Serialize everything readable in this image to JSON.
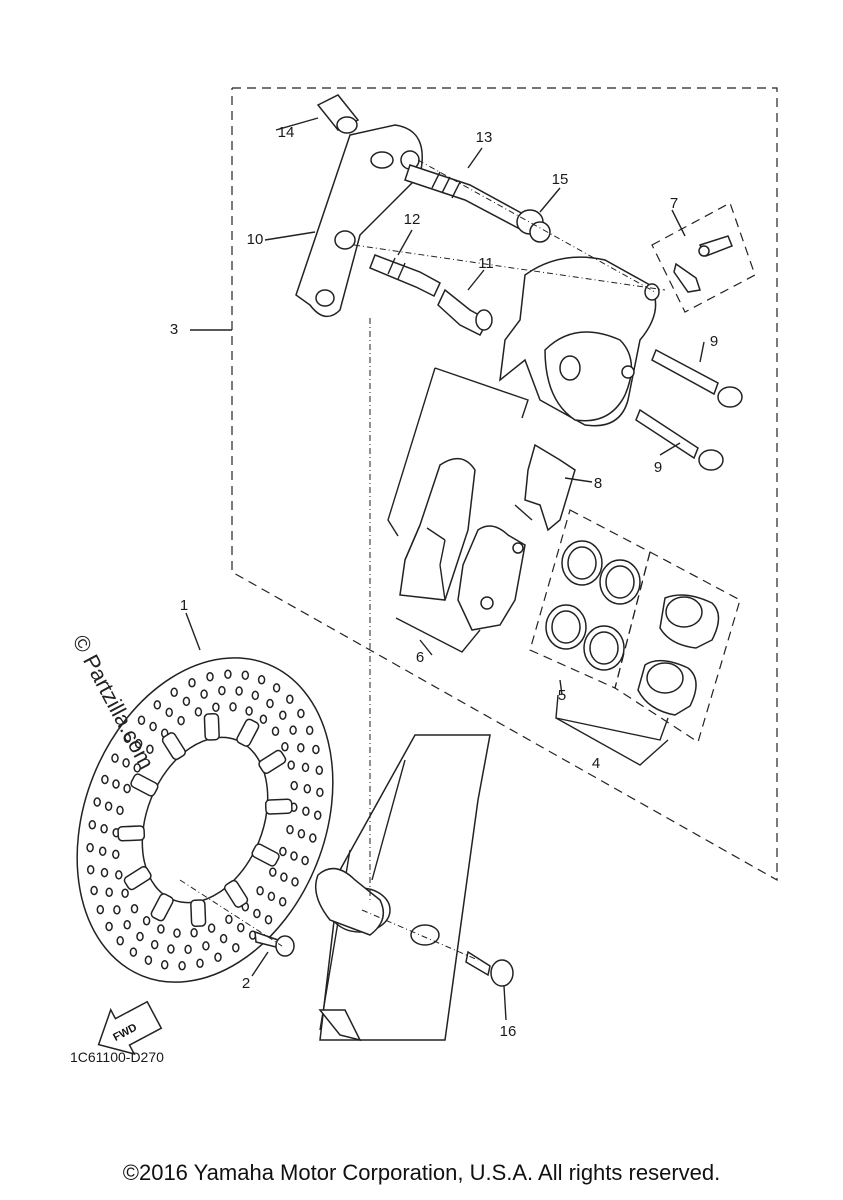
{
  "callouts": [
    {
      "id": "1",
      "label": "1"
    },
    {
      "id": "2",
      "label": "2"
    },
    {
      "id": "3",
      "label": "3"
    },
    {
      "id": "4",
      "label": "4"
    },
    {
      "id": "5",
      "label": "5"
    },
    {
      "id": "6",
      "label": "6"
    },
    {
      "id": "7",
      "label": "7"
    },
    {
      "id": "8",
      "label": "8"
    },
    {
      "id": "9a",
      "label": "9"
    },
    {
      "id": "9b",
      "label": "9"
    },
    {
      "id": "10",
      "label": "10"
    },
    {
      "id": "11",
      "label": "11"
    },
    {
      "id": "12",
      "label": "12"
    },
    {
      "id": "13",
      "label": "13"
    },
    {
      "id": "14",
      "label": "14"
    },
    {
      "id": "15",
      "label": "15"
    },
    {
      "id": "16",
      "label": "16"
    }
  ],
  "diagram_code": "1C61100-D270",
  "fwd_label": "FWD",
  "watermark": "© Partzilla.com",
  "copyright": "©2016 Yamaha Motor Corporation, U.S.A. All rights reserved."
}
